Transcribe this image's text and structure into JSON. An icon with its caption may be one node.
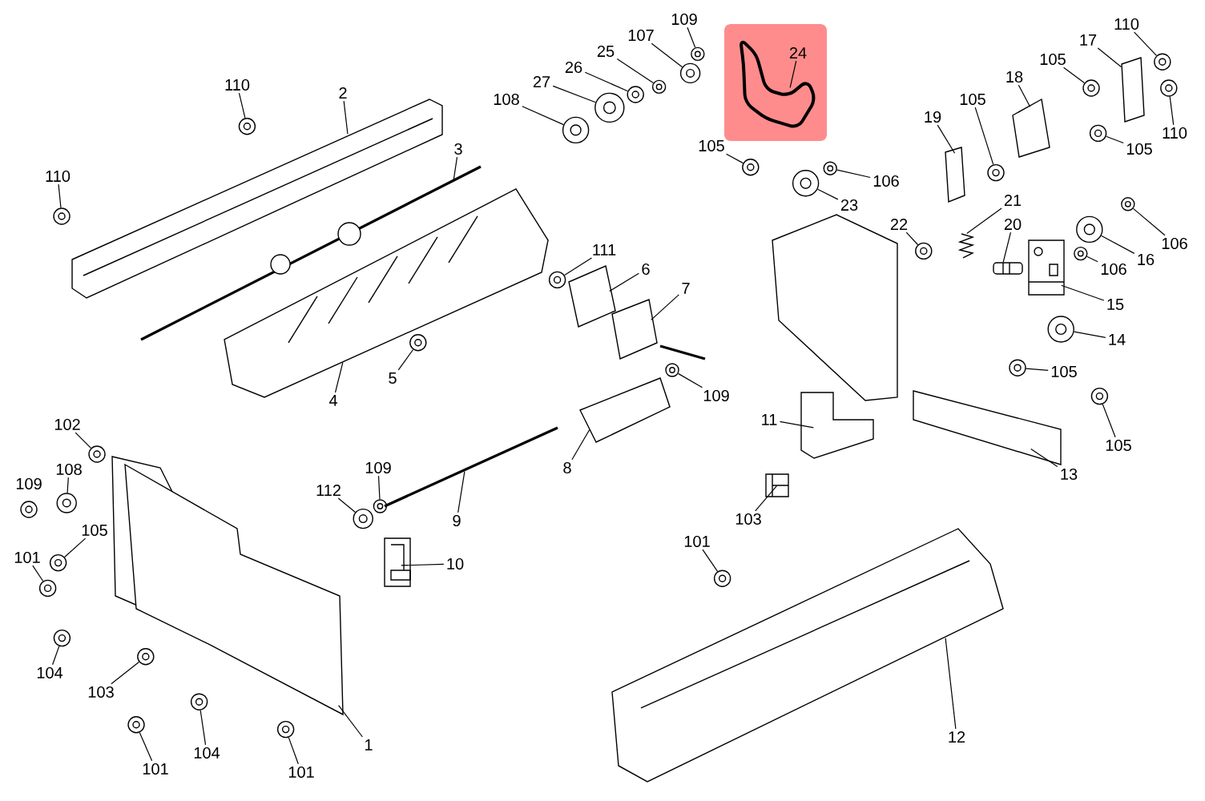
{
  "diagram": {
    "nodes": [
      {
        "text": [
          "109"
        ]
      },
      {
        "text": [
          "110"
        ]
      },
      {
        "text": [
          "17"
        ]
      },
      {
        "text": [
          "107"
        ]
      },
      {
        "text": [
          "24"
        ]
      },
      {
        "text": [
          "25"
        ]
      },
      {
        "text": [
          "105"
        ]
      },
      {
        "text": [
          "26"
        ]
      },
      {
        "text": [
          "18"
        ]
      },
      {
        "text": [
          "27"
        ]
      },
      {
        "text": [
          "110"
        ]
      },
      {
        "text": [
          "2"
        ]
      },
      {
        "text": [
          "108"
        ]
      },
      {
        "text": [
          "105"
        ]
      },
      {
        "text": [
          "19"
        ]
      },
      {
        "text": [
          "110"
        ]
      },
      {
        "text": [
          "105"
        ]
      },
      {
        "text": [
          "3"
        ]
      },
      {
        "text": [
          "105"
        ]
      },
      {
        "text": [
          "110"
        ]
      },
      {
        "text": [
          "106"
        ]
      },
      {
        "text": [
          "21"
        ]
      },
      {
        "text": [
          "23"
        ]
      },
      {
        "text": [
          "22"
        ]
      },
      {
        "text": [
          "20"
        ]
      },
      {
        "text": [
          "106"
        ]
      },
      {
        "text": [
          "111"
        ]
      },
      {
        "text": [
          "16"
        ]
      },
      {
        "text": [
          "6"
        ]
      },
      {
        "text": [
          "106"
        ]
      },
      {
        "text": [
          "7"
        ]
      },
      {
        "text": [
          "15"
        ]
      },
      {
        "text": [
          "14"
        ]
      },
      {
        "text": [
          "105"
        ]
      },
      {
        "text": [
          "5"
        ]
      },
      {
        "text": [
          "109"
        ]
      },
      {
        "text": [
          "4"
        ]
      },
      {
        "text": [
          "11"
        ]
      },
      {
        "text": [
          "102"
        ]
      },
      {
        "text": [
          "105"
        ]
      },
      {
        "text": [
          "8"
        ]
      },
      {
        "text": [
          "109"
        ]
      },
      {
        "text": [
          "108"
        ]
      },
      {
        "text": [
          "13"
        ]
      },
      {
        "text": [
          "112"
        ]
      },
      {
        "text": [
          "9"
        ]
      },
      {
        "text": [
          "103"
        ]
      },
      {
        "text": [
          "105"
        ]
      },
      {
        "text": [
          "101"
        ]
      },
      {
        "text": [
          "101"
        ]
      },
      {
        "text": [
          "10"
        ]
      },
      {
        "text": [
          "104"
        ]
      },
      {
        "text": [
          "103"
        ]
      },
      {
        "text": [
          "12"
        ]
      },
      {
        "text": [
          "1"
        ]
      },
      {
        "text": [
          "104"
        ]
      },
      {
        "text": [
          "101"
        ]
      },
      {
        "text": [
          "101"
        ]
      },
      {
        "text": [],
        "shape": "circle"
      },
      {
        "text": [],
        "shape": "circle"
      },
      {
        "text": [],
        "shape": "picture"
      },
      {
        "text": [],
        "shape": "circle"
      },
      {
        "text": [],
        "shape": "picture"
      },
      {
        "text": [],
        "shape": "circle"
      },
      {
        "text": [],
        "shape": "circle"
      },
      {
        "text": [],
        "shape": "circle"
      },
      {
        "text": [],
        "shape": "picture"
      },
      {
        "text": [],
        "shape": "circle"
      },
      {
        "text": [],
        "shape": "circle"
      },
      {
        "text": [],
        "shape": "picture"
      },
      {
        "text": [],
        "shape": "circle"
      },
      {
        "text": [],
        "shape": "circle"
      },
      {
        "text": [],
        "shape": "picture"
      },
      {
        "text": [],
        "shape": "circle"
      },
      {
        "text": [],
        "shape": "circle"
      },
      {
        "text": [],
        "shape": "picture"
      },
      {
        "text": [],
        "shape": "circle"
      },
      {
        "text": [],
        "shape": "circle"
      },
      {
        "text": [],
        "shape": "circle"
      },
      {
        "text": [],
        "shape": "picture"
      },
      {
        "text": [],
        "shape": "circle"
      },
      {
        "text": [],
        "shape": "circle"
      },
      {
        "text": [],
        "shape": "picture"
      },
      {
        "text": [],
        "shape": "circle"
      },
      {
        "text": [],
        "shape": "circle"
      },
      {
        "text": [],
        "shape": "circle"
      },
      {
        "text": [],
        "shape": "picture"
      },
      {
        "text": [],
        "shape": "circle"
      },
      {
        "text": [],
        "shape": "picture"
      },
      {
        "text": [],
        "shape": "picture"
      },
      {
        "text": [],
        "shape": "circle"
      },
      {
        "text": [],
        "shape": "circle"
      },
      {
        "text": [],
        "shape": "circle"
      },
      {
        "text": [],
        "shape": "circle"
      },
      {
        "text": [],
        "shape": "picture"
      },
      {
        "text": [],
        "shape": "picture"
      },
      {
        "text": [],
        "shape": "circle"
      },
      {
        "text": [],
        "shape": "circle"
      },
      {
        "text": [],
        "shape": "picture"
      },
      {
        "text": [],
        "shape": "circle"
      },
      {
        "text": [],
        "shape": "circle"
      },
      {
        "text": [],
        "shape": "picture"
      },
      {
        "text": [],
        "shape": "circle"
      },
      {
        "text": [],
        "shape": "picture"
      },
      {
        "text": [],
        "shape": "picture"
      },
      {
        "text": [],
        "shape": "circle"
      },
      {
        "text": [],
        "shape": "circle"
      },
      {
        "text": [],
        "shape": "circle"
      },
      {
        "text": [],
        "shape": "picture"
      },
      {
        "text": [],
        "shape": "circle"
      },
      {
        "text": [],
        "shape": "circle"
      },
      {
        "text": [],
        "shape": "picture"
      },
      {
        "text": [],
        "shape": "picture"
      },
      {
        "text": [],
        "shape": "circle"
      },
      {
        "text": [],
        "shape": "circle"
      },
      {
        "text": [],
        "shape": "circle"
      }
    ],
    "edges": [
      {
        "from": 0,
        "to": 58,
        "arrow": "none"
      },
      {
        "from": 1,
        "to": 59,
        "arrow": "none"
      },
      {
        "from": 2,
        "to": 60,
        "arrow": "none"
      },
      {
        "from": 3,
        "to": 61,
        "arrow": "none"
      },
      {
        "from": 4,
        "to": 62,
        "arrow": "none"
      },
      {
        "from": 5,
        "to": 63,
        "arrow": "none"
      },
      {
        "from": 6,
        "to": 64,
        "arrow": "none"
      },
      {
        "from": 7,
        "to": 65,
        "arrow": "none"
      },
      {
        "from": 8,
        "to": 66,
        "arrow": "none"
      },
      {
        "from": 9,
        "to": 67,
        "arrow": "none"
      },
      {
        "from": 10,
        "to": 68,
        "arrow": "none"
      },
      {
        "from": 11,
        "to": 69,
        "arrow": "none"
      },
      {
        "from": 12,
        "to": 70,
        "arrow": "none"
      },
      {
        "from": 13,
        "to": 71,
        "arrow": "none"
      },
      {
        "from": 14,
        "to": 72,
        "arrow": "none"
      },
      {
        "from": 15,
        "to": 73,
        "arrow": "none"
      },
      {
        "from": 16,
        "to": 74,
        "arrow": "none"
      },
      {
        "from": 17,
        "to": 75,
        "arrow": "none"
      },
      {
        "from": 18,
        "to": 76,
        "arrow": "none"
      },
      {
        "from": 19,
        "to": 77,
        "arrow": "none"
      },
      {
        "from": 20,
        "to": 78,
        "arrow": "none"
      },
      {
        "from": 21,
        "to": 79,
        "arrow": "none"
      },
      {
        "from": 22,
        "to": 80,
        "arrow": "none"
      },
      {
        "from": 23,
        "to": 81,
        "arrow": "none"
      },
      {
        "from": 24,
        "to": 82,
        "arrow": "none"
      },
      {
        "from": 25,
        "to": 83,
        "arrow": "none"
      },
      {
        "from": 26,
        "to": 84,
        "arrow": "none"
      },
      {
        "from": 27,
        "to": 85,
        "arrow": "none"
      },
      {
        "from": 28,
        "to": 86,
        "arrow": "none"
      },
      {
        "from": 29,
        "to": 87,
        "arrow": "none"
      },
      {
        "from": 30,
        "to": 88,
        "arrow": "none"
      },
      {
        "from": 31,
        "to": 89,
        "arrow": "none"
      },
      {
        "from": 32,
        "to": 90,
        "arrow": "none"
      },
      {
        "from": 33,
        "to": 91,
        "arrow": "none"
      },
      {
        "from": 34,
        "to": 92,
        "arrow": "none"
      },
      {
        "from": 35,
        "to": 93,
        "arrow": "none"
      },
      {
        "from": 36,
        "to": 94,
        "arrow": "none"
      },
      {
        "from": 37,
        "to": 95,
        "arrow": "none"
      },
      {
        "from": 38,
        "to": 96,
        "arrow": "none"
      },
      {
        "from": 39,
        "to": 97,
        "arrow": "none"
      },
      {
        "from": 40,
        "to": 98,
        "arrow": "none"
      },
      {
        "from": 41,
        "to": 99,
        "arrow": "none"
      },
      {
        "from": 42,
        "to": 100,
        "arrow": "none"
      },
      {
        "from": 43,
        "to": 101,
        "arrow": "none"
      },
      {
        "from": 44,
        "to": 102,
        "arrow": "none"
      },
      {
        "from": 45,
        "to": 103,
        "arrow": "none"
      },
      {
        "from": 46,
        "to": 104,
        "arrow": "none"
      },
      {
        "from": 47,
        "to": 105,
        "arrow": "none"
      },
      {
        "from": 48,
        "to": 106,
        "arrow": "none"
      },
      {
        "from": 49,
        "to": 107,
        "arrow": "none"
      },
      {
        "from": 50,
        "to": 108,
        "arrow": "none"
      },
      {
        "from": 51,
        "to": 109,
        "arrow": "none"
      },
      {
        "from": 52,
        "to": 110,
        "arrow": "none"
      },
      {
        "from": 53,
        "to": 111,
        "arrow": "none"
      },
      {
        "from": 54,
        "to": 112,
        "arrow": "none"
      },
      {
        "from": 55,
        "to": 113,
        "arrow": "none"
      },
      {
        "from": 56,
        "to": 114,
        "arrow": "none"
      },
      {
        "from": 57,
        "to": 115,
        "arrow": "none"
      }
    ],
    "labels": [
      "109"
    ]
  }
}
